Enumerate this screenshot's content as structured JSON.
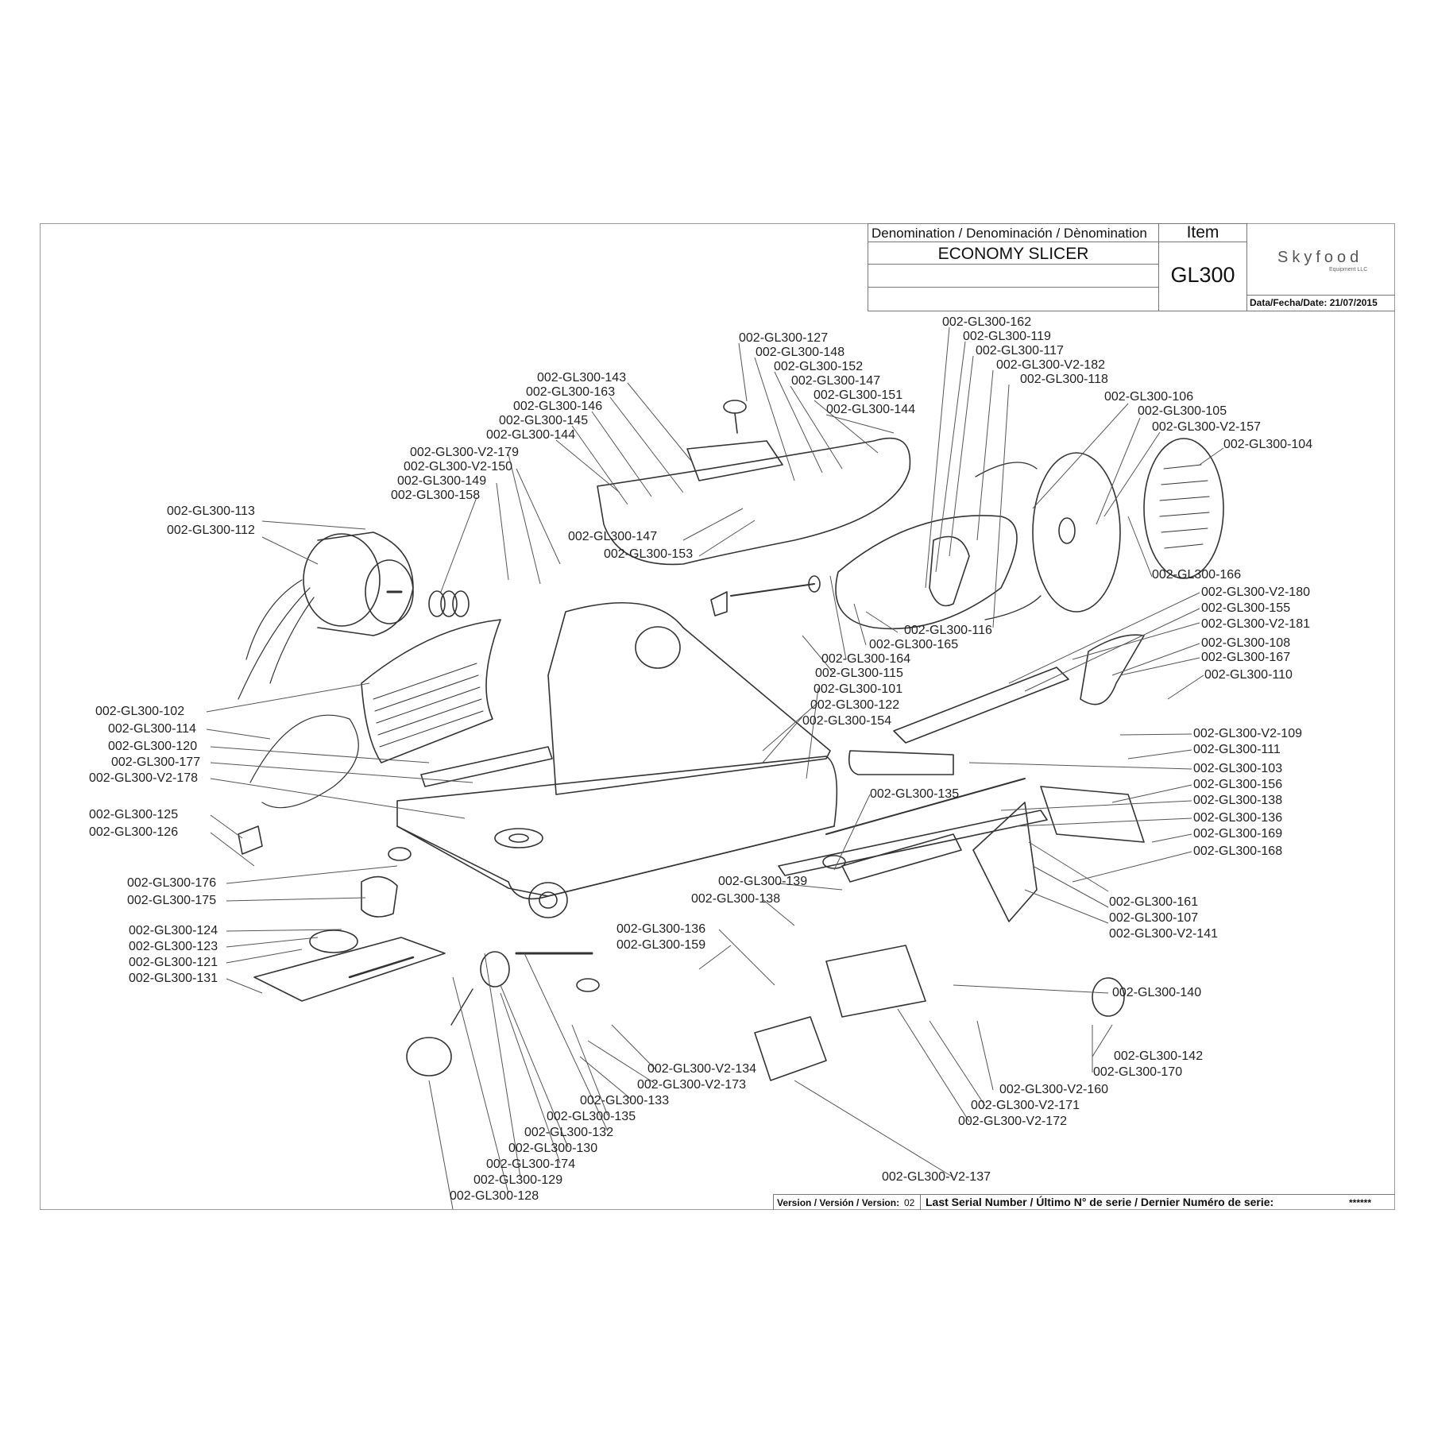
{
  "title_block": {
    "denomination_header": "Denomination / Denominación / Dènomination",
    "item_header": "Item",
    "denomination": "ECONOMY SLICER",
    "item": "GL300",
    "brand": "Skyfood",
    "brand_sub": "Equipment LLC",
    "date": "Data/Fecha/Date: 21/07/2015"
  },
  "footer": {
    "version_label": "Version / Versión / Version:",
    "version_value": "02",
    "serial_label": "Last Serial Number / Último N° de serie / Dernier Numéro de serie:",
    "serial_value": "******"
  },
  "parts": [
    "002-GL300-127",
    "002-GL300-148",
    "002-GL300-152",
    "002-GL300-147",
    "002-GL300-151",
    "002-GL300-144",
    "002-GL300-143",
    "002-GL300-163",
    "002-GL300-146",
    "002-GL300-145",
    "002-GL300-144",
    "002-GL300-V2-179",
    "002-GL300-V2-150",
    "002-GL300-149",
    "002-GL300-158",
    "002-GL300-113",
    "002-GL300-112",
    "002-GL300-147",
    "002-GL300-153",
    "002-GL300-162",
    "002-GL300-119",
    "002-GL300-117",
    "002-GL300-V2-182",
    "002-GL300-118",
    "002-GL300-106",
    "002-GL300-105",
    "002-GL300-V2-157",
    "002-GL300-104",
    "002-GL300-166",
    "002-GL300-116",
    "002-GL300-165",
    "002-GL300-164",
    "002-GL300-115",
    "002-GL300-101",
    "002-GL300-122",
    "002-GL300-154",
    "002-GL300-V2-180",
    "002-GL300-155",
    "002-GL300-V2-181",
    "002-GL300-108",
    "002-GL300-167",
    "002-GL300-110",
    "002-GL300-V2-109",
    "002-GL300-111",
    "002-GL300-103",
    "002-GL300-156",
    "002-GL300-138",
    "002-GL300-136",
    "002-GL300-169",
    "002-GL300-168",
    "002-GL300-102",
    "002-GL300-114",
    "002-GL300-120",
    "002-GL300-177",
    "002-GL300-V2-178",
    "002-GL300-125",
    "002-GL300-126",
    "002-GL300-176",
    "002-GL300-175",
    "002-GL300-124",
    "002-GL300-123",
    "002-GL300-121",
    "002-GL300-131",
    "002-GL300-135",
    "002-GL300-139",
    "002-GL300-138",
    "002-GL300-136",
    "002-GL300-159",
    "002-GL300-161",
    "002-GL300-107",
    "002-GL300-V2-141",
    "002-GL300-140",
    "002-GL300-142",
    "002-GL300-170",
    "002-GL300-V2-134",
    "002-GL300-V2-173",
    "002-GL300-133",
    "002-GL300-135",
    "002-GL300-132",
    "002-GL300-130",
    "002-GL300-174",
    "002-GL300-129",
    "002-GL300-128",
    "002-GL300-V2-160",
    "002-GL300-V2-171",
    "002-GL300-V2-172",
    "002-GL300-V2-137"
  ]
}
